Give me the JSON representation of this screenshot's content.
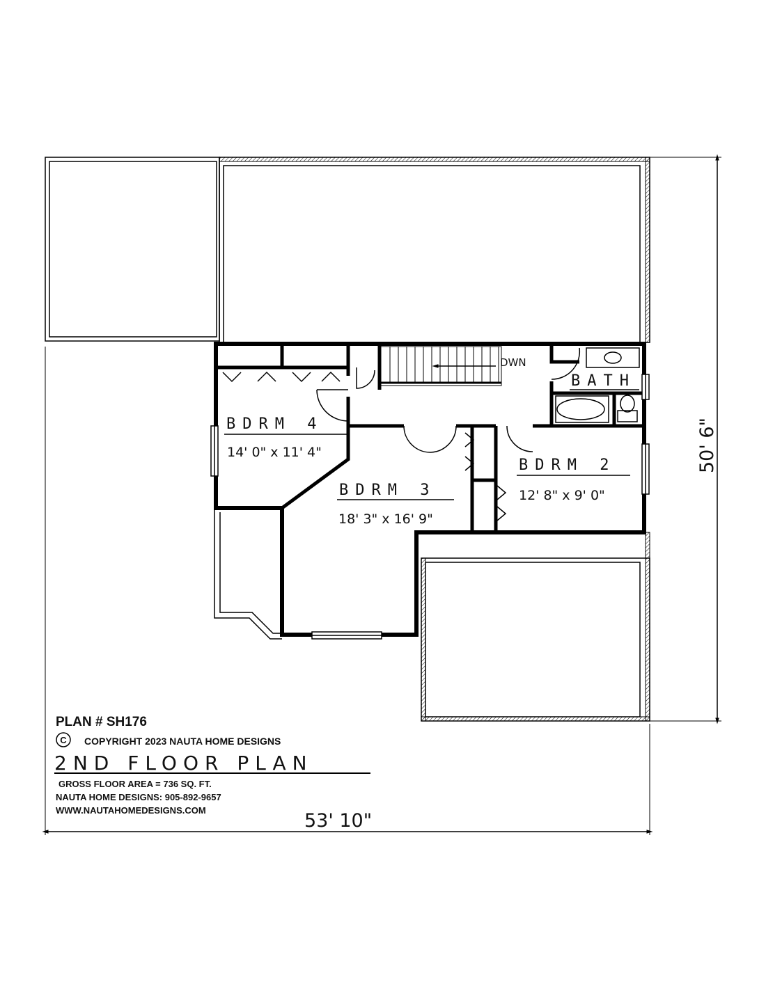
{
  "rooms": {
    "bdrm4": {
      "name": "BDRM 4",
      "dims": "14' 0\" x 11' 4\""
    },
    "bdrm3": {
      "name": "BDRM 3",
      "dims": "18' 3\" x 16' 9\""
    },
    "bdrm2": {
      "name": "BDRM 2",
      "dims": "12' 8\" x 9' 0\""
    },
    "bath": {
      "name": "BATH"
    },
    "stairs": {
      "label": "DWN"
    }
  },
  "dimensions": {
    "width": "53' 10\"",
    "depth": "50' 6\""
  },
  "title_block": {
    "plan_number": "PLAN # SH176",
    "copyright_symbol": "C",
    "copyright": "COPYRIGHT 2023 NAUTA HOME DESIGNS",
    "title": "2ND FLOOR PLAN",
    "gross_area": "GROSS FLOOR AREA = 736 SQ. FT.",
    "phone": "NAUTA HOME DESIGNS: 905-892-9657",
    "website": "WWW.NAUTAHOMEDESIGNS.COM"
  }
}
